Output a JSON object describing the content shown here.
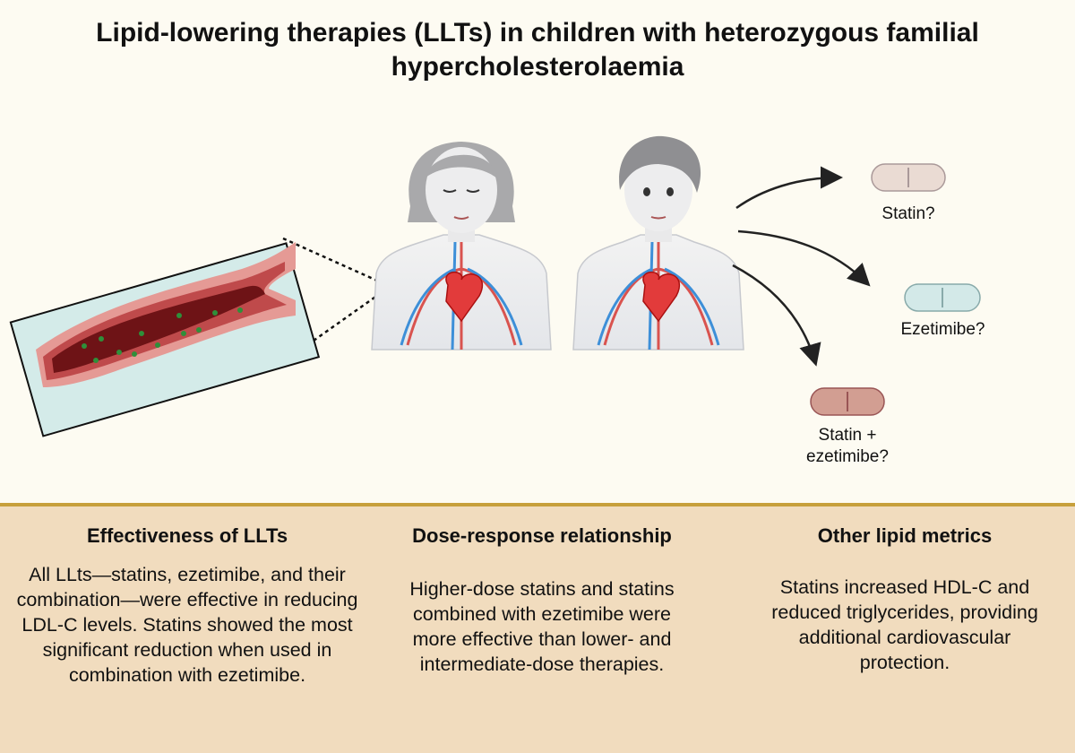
{
  "title": "Lipid-lowering therapies (LLTs) in children with heterozygous familial hypercholesterolaemia",
  "pills": [
    {
      "label": "Statin?",
      "color": "#eadbd3"
    },
    {
      "label": "Ezetimibe?",
      "color": "#d3e9e8"
    },
    {
      "label": "Statin +\nezetimibe?",
      "color": "#d29e92"
    }
  ],
  "columns": [
    {
      "heading": "Effectiveness of LLTs",
      "text": "All LLts—statins, ezetimibe, and their combination—were effective in reducing LDL-C levels. Statins showed the most significant reduction when used in combination with ezetimibe."
    },
    {
      "heading": "Dose-response relationship",
      "text": "Higher-dose statins and statins combined with ezetimibe were more effective than lower- and intermediate-dose therapies."
    },
    {
      "heading": "Other lipid metrics",
      "text": "Statins increased HDL-C and reduced triglycerides, providing additional cardiovascular protection."
    }
  ],
  "colors": {
    "background": "#fdfbf2",
    "panel": "#f1dcbe",
    "divider": "#c7a03c",
    "vessel": "#c84d4b",
    "ldl": "#2f8f3a"
  }
}
